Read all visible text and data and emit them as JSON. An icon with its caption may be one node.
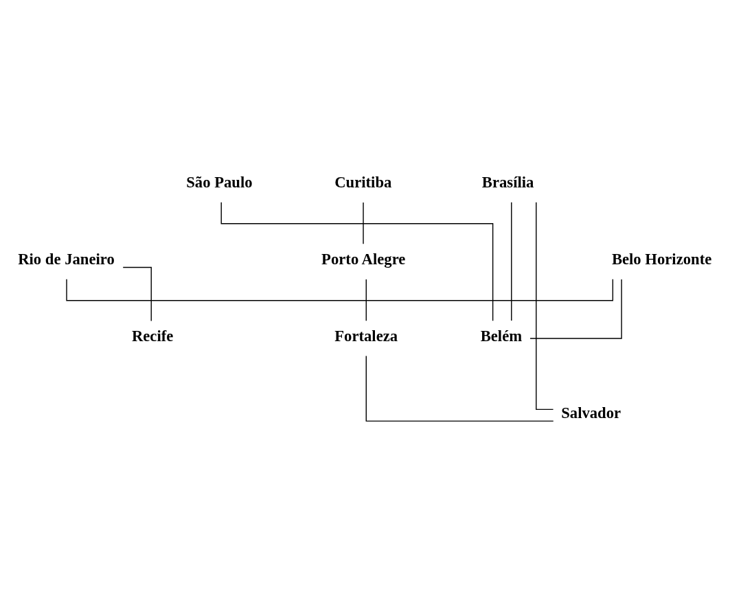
{
  "diagram": {
    "nodes": [
      {
        "text": [
          "São Paulo"
        ]
      },
      {
        "text": [
          "Curitiba"
        ]
      },
      {
        "text": [
          "Brasília"
        ]
      },
      {
        "text": [
          "Rio de Janeiro"
        ]
      },
      {
        "text": [
          "Porto Alegre"
        ]
      },
      {
        "text": [
          "Belo Horizonte"
        ]
      },
      {
        "text": [
          "Fortaleza"
        ]
      },
      {
        "text": [
          "Recife"
        ]
      },
      {
        "text": [
          "Belém"
        ]
      },
      {
        "text": [
          "Salvador"
        ]
      }
    ],
    "edges": [
      {
        "from": 1,
        "to": 4,
        "arrow": "none"
      },
      {
        "from": 3,
        "to": 5,
        "arrow": "none"
      },
      {
        "from": 3,
        "to": 7,
        "arrow": "none"
      },
      {
        "from": 4,
        "to": 6,
        "arrow": "none"
      },
      {
        "from": 5,
        "to": 8,
        "arrow": "none"
      },
      {
        "from": 0,
        "to": 8,
        "arrow": "none"
      },
      {
        "from": 2,
        "to": 8,
        "arrow": "none"
      },
      {
        "from": 6,
        "to": 9,
        "arrow": "none"
      },
      {
        "from": 2,
        "to": 9,
        "arrow": "none"
      }
    ]
  }
}
